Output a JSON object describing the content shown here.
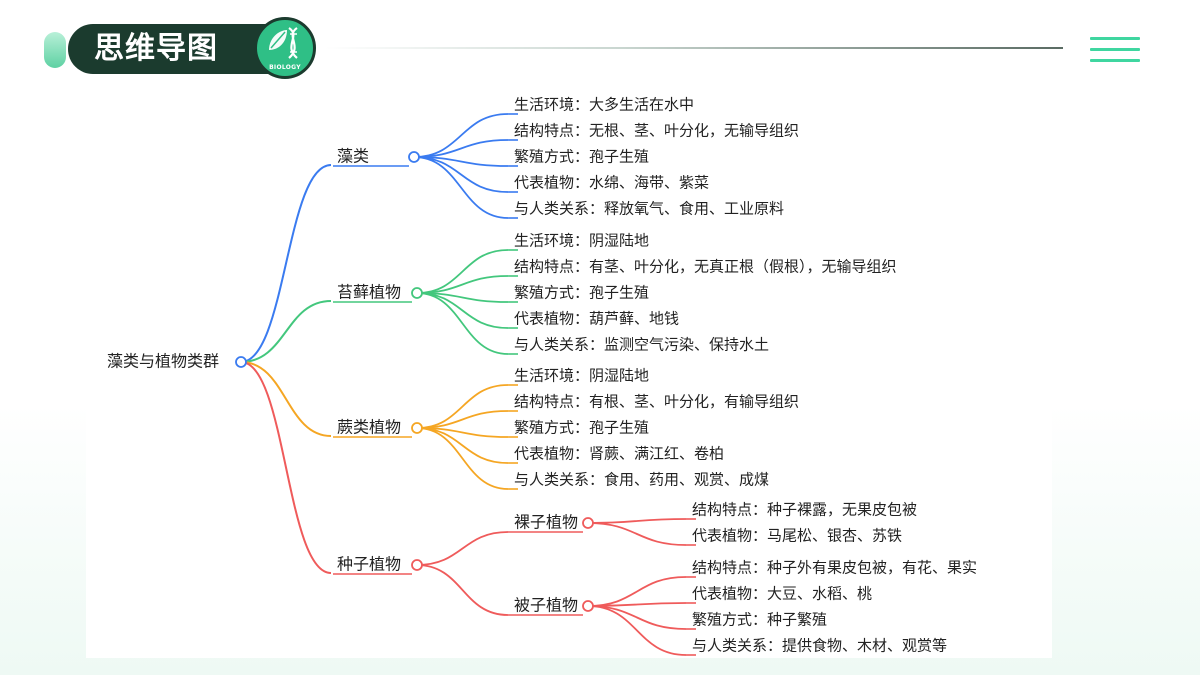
{
  "header": {
    "title": "思维导图",
    "badge_text": "BIOLOGY",
    "badge_icon": "dna-icon",
    "menu_icon": "menu-icon"
  },
  "colors": {
    "algae": "#3a7bf0",
    "moss": "#43c77d",
    "fern": "#f5a623",
    "seed": "#ef5b5b",
    "title_bg": "#1b3b2e",
    "accent": "#3fd6a0"
  },
  "mindmap": {
    "root": "藻类与植物类群",
    "branches": [
      {
        "key": "algae",
        "label": "藻类",
        "items": [
          "生活环境：大多生活在水中",
          "结构特点：无根、茎、叶分化，无输导组织",
          "繁殖方式：孢子生殖",
          "代表植物：水绵、海带、紫菜",
          "与人类关系：释放氧气、食用、工业原料"
        ]
      },
      {
        "key": "moss",
        "label": "苔藓植物",
        "items": [
          "生活环境：阴湿陆地",
          "结构特点：有茎、叶分化，无真正根（假根），无输导组织",
          "繁殖方式：孢子生殖",
          "代表植物：葫芦藓、地钱",
          "与人类关系：监测空气污染、保持水土"
        ]
      },
      {
        "key": "fern",
        "label": "蕨类植物",
        "items": [
          "生活环境：阴湿陆地",
          "结构特点：有根、茎、叶分化，有输导组织",
          "繁殖方式：孢子生殖",
          "代表植物：肾蕨、满江红、卷柏",
          "与人类关系：食用、药用、观赏、成煤"
        ]
      },
      {
        "key": "seed",
        "label": "种子植物",
        "children": [
          {
            "label": "裸子植物",
            "items": [
              "结构特点：种子裸露，无果皮包被",
              "代表植物：马尾松、银杏、苏铁"
            ]
          },
          {
            "label": "被子植物",
            "items": [
              "结构特点：种子外有果皮包被，有花、果实",
              "代表植物：大豆、水稻、桃",
              "繁殖方式：种子繁殖",
              "与人类关系：提供食物、木材、观赏等"
            ]
          }
        ]
      }
    ]
  }
}
